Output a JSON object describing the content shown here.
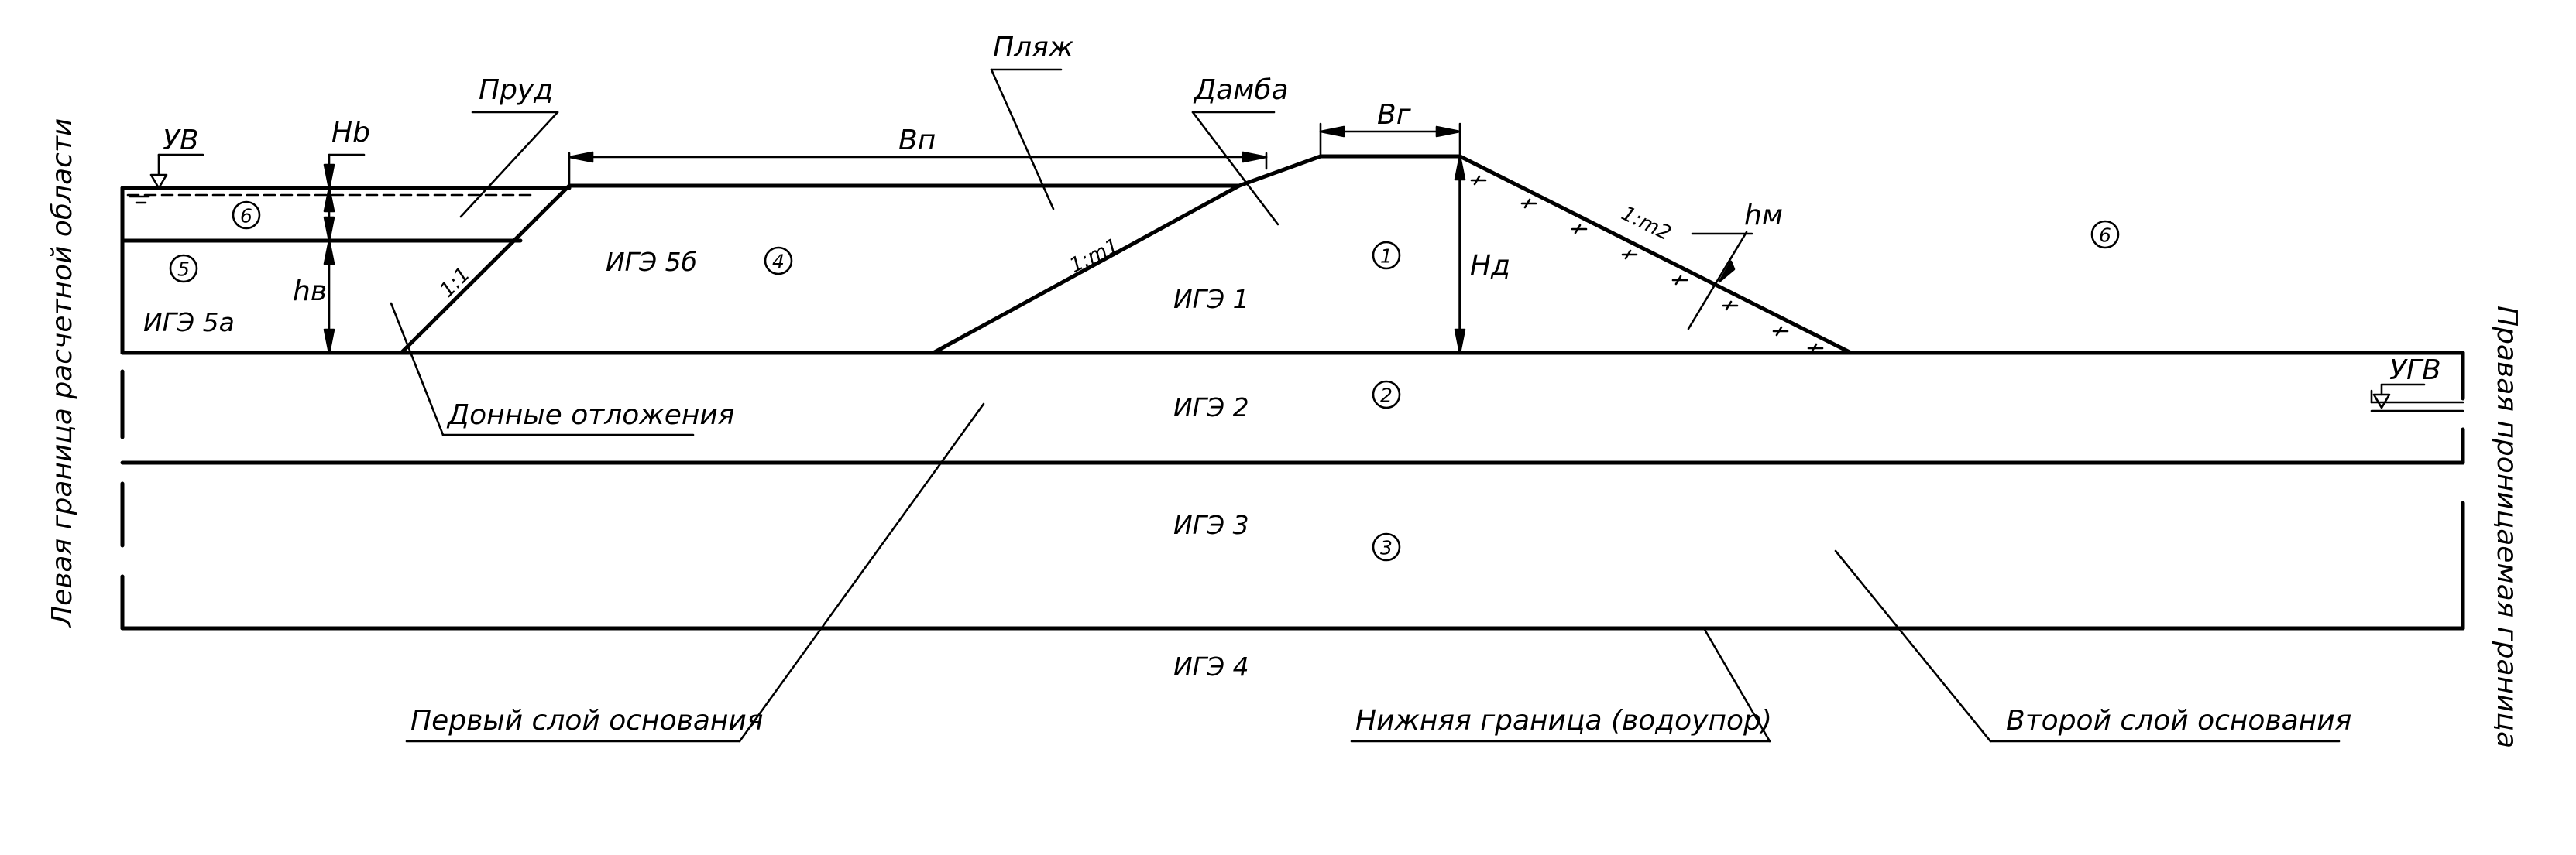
{
  "labels": {
    "prud": "Пруд",
    "plyazh": "Пляж",
    "damba": "Дамба",
    "uv": "УВ",
    "ugv": "УГВ",
    "Hb": "Hb",
    "Bp": "Bп",
    "Bg": "Bг",
    "hv": "hв",
    "Hd": "Hд",
    "hm": "hм",
    "slope_1_1": "1:1",
    "slope_m1": "1:m1",
    "slope_m2": "1:m2",
    "donnye": "Донные отложения",
    "perviy_sloy": "Первый слой основания",
    "nizhnyaya": "Нижняя граница (водоупор)",
    "vtoroy_sloy": "Второй слой основания",
    "left_boundary": "Левая граница расчетной области",
    "right_boundary": "Правая проницаемая граница"
  },
  "zones": {
    "ige5a": "ИГЭ 5а",
    "ige5b": "ИГЭ 5б",
    "ige1": "ИГЭ 1",
    "ige2": "ИГЭ 2",
    "ige3": "ИГЭ 3",
    "ige4": "ИГЭ 4"
  },
  "markers": {
    "m1": "1",
    "m2": "2",
    "m3": "3",
    "m4": "4",
    "m5": "5",
    "m6a": "6",
    "m6b": "6"
  }
}
